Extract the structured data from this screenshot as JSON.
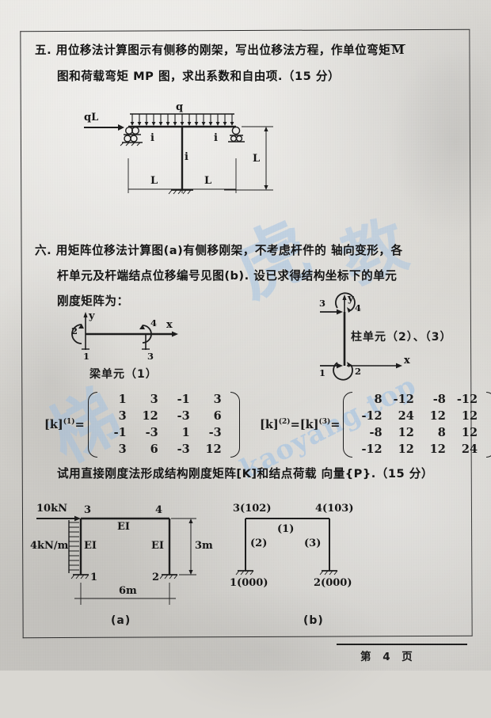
{
  "page": {
    "footer_text": "第 4 页",
    "watermark_cn_1": "梯",
    "watermark_cn_2": "虎",
    "watermark_cn_3": "教",
    "watermark_url": "kaoyang.top"
  },
  "problem5": {
    "number": "五.",
    "line1_a": "用位移法计算图示有侧移的刚架，写出位移法方程，作单位弯矩",
    "line1_overline": "M",
    "line2": "图和荷载弯矩 MP 图，求出系数和自由项.（15 分）",
    "figure": {
      "load_point_label": "qL",
      "load_dist_label": "q",
      "stiffness_left": "i",
      "stiffness_right": "i",
      "stiffness_column": "i",
      "dim_height": "L",
      "dim_span_left": "L",
      "dim_span_right": "L"
    }
  },
  "problem6": {
    "number": "六.",
    "line1": "用矩阵位移法计算图(a)有侧移刚架，不考虑杆件的 轴向变形，各",
    "line2": "杆单元及杆端结点位移编号见图(b). 设已求得结构坐标下的单元",
    "line3": "刚度矩阵为：",
    "closing": "试用直接刚度法形成结构刚度矩阵[K]和结点荷载 向量{P}.（15 分）",
    "beam_element": {
      "caption": "梁单元（1）",
      "axis_y": "y",
      "axis_x": "x",
      "dof_left_rot": "2",
      "dof_left_trans": "1",
      "dof_right_rot": "4",
      "dof_right_trans": "3"
    },
    "column_element": {
      "caption": "柱单元（2）、（3）",
      "axis_y": "y",
      "axis_x": "x",
      "dof_top_trans": "3",
      "dof_top_rot": "4",
      "dof_bottom_trans": "1",
      "dof_bottom_rot": "2"
    },
    "matrix1": {
      "label": "[k]",
      "superscript": "(1)",
      "equals": "=",
      "rows": [
        [
          "1",
          "3",
          "-1",
          "3"
        ],
        [
          "3",
          "12",
          "-3",
          "6"
        ],
        [
          "-1",
          "-3",
          "1",
          "-3"
        ],
        [
          "3",
          "6",
          "-3",
          "12"
        ]
      ]
    },
    "matrix2": {
      "label_a": "[k]",
      "superscript_a": "(2)",
      "equals_a": "=",
      "label_b": "[k]",
      "superscript_b": "(3)",
      "equals_b": "=",
      "rows": [
        [
          "8",
          "-12",
          "-8",
          "-12"
        ],
        [
          "-12",
          "24",
          "12",
          "12"
        ],
        [
          "-8",
          "12",
          "8",
          "12"
        ],
        [
          "-12",
          "12",
          "12",
          "24"
        ]
      ]
    },
    "figure_a": {
      "caption": "(a)",
      "point_load": "10kN",
      "dist_load": "4kN/m",
      "node_top_left": "3",
      "node_top_right": "4",
      "node_bottom_left": "1",
      "node_bottom_right": "2",
      "ei_beam": "EI",
      "ei_left_col": "EI",
      "ei_right_col": "EI",
      "dim_height": "3m",
      "dim_span": "6m"
    },
    "figure_b": {
      "caption": "(b)",
      "node_top_left": "3(102)",
      "node_top_right": "4(103)",
      "node_bottom_left": "1(000)",
      "node_bottom_right": "2(000)",
      "element_beam": "(1)",
      "element_left_col": "(2)",
      "element_right_col": "(3)"
    }
  }
}
